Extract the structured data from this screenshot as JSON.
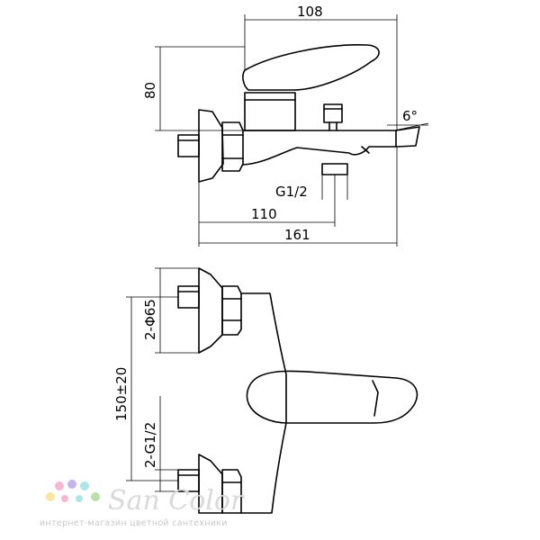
{
  "dimensions": {
    "width_top": "108",
    "height_left": "80",
    "angle": "6°",
    "thread_bottom": "G1/2",
    "offset_110": "110",
    "total_161": "161",
    "diameter": "2-Φ65",
    "center_distance": "150±20",
    "thread_side": "2-G1/2"
  },
  "watermark": {
    "brand": "San Color",
    "tagline": "интернет-магазин цветной сантехники",
    "dot_colors": [
      "#f7b6d2",
      "#c7b3ec",
      "#aee6e8",
      "#f9e79f",
      "#b8e0a8"
    ]
  }
}
